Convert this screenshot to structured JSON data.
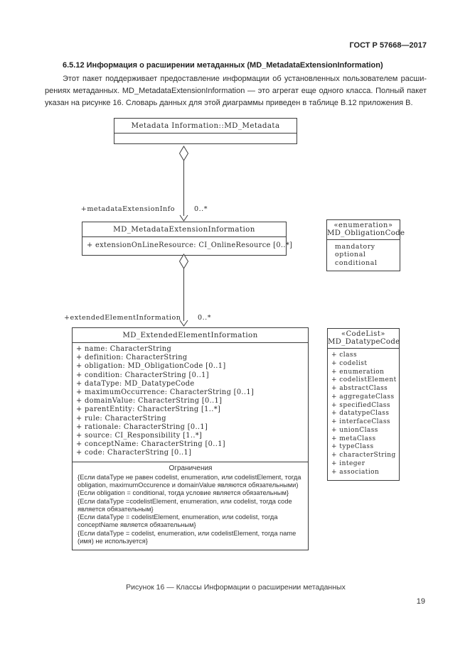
{
  "page": {
    "header_right": "ГОСТ Р 57668—2017",
    "section_heading": "6.5.12 Информация о расширении метаданных (MD_MetadataExtensionInformation)",
    "paragraph_lines": [
      "Этот пакет поддерживает предоставление информации об установленных пользователем расши-",
      "рениях метаданных. MD_MetadataExtensionInformation — это агрегат еще одного класса. Полный пакет",
      "указан на рисунке 16. Словарь данных для этой диаграммы приведен в таблице В.12 приложения В."
    ],
    "figure_caption": "Рисунок 16 — Классы Информации о расширении метаданных",
    "page_number": "19"
  },
  "diagram": {
    "md_metadata": {
      "title": "Metadata Information::MD_Metadata"
    },
    "assoc_metadata_extension": {
      "role": "+metadataExtensionInfo",
      "multiplicity": "0..*"
    },
    "md_metadata_extension_information": {
      "title": "MD_MetadataExtensionInformation",
      "attributes": [
        "+ extensionOnLineResource:  CI_OnlineResource [0..*]"
      ]
    },
    "md_obligation_code": {
      "stereotype": "«enumeration»",
      "title": "MD_ObligationCode",
      "values": [
        "mandatory",
        "optional",
        "conditional"
      ]
    },
    "assoc_extended_element": {
      "role": "+extendedElementInformation",
      "multiplicity": "0..*"
    },
    "md_extended_element_information": {
      "title": "MD_ExtendedElementInformation",
      "attributes": [
        "+  name: CharacterString",
        "+  definition: CharacterString",
        "+  obligation: MD_ObligationCode [0..1]",
        "+  condition: CharacterString [0..1]",
        "+  dataType: MD_DatatypeCode",
        "+  maximumOccurrence: CharacterString [0..1]",
        "+  domainValue: CharacterString  [0..1]",
        "+  parentEntity: CharacterString [1..*]",
        "+  rule: CharacterString",
        "+  rationale: CharacterString [0..1]",
        "+  source: CI_Responsibility [1..*]",
        "+  conceptName: CharacterString [0..1]",
        "+  code: CharacterString [0..1]"
      ],
      "constraints_title": "Ограничения",
      "constraints": [
        "{Если dataType не равен codelist, enumeration, или codelistElement, тогда obligation, maximumOccurence и domainValue являются обязательными)",
        "{Если obligation = conditional, тогда условие является обязательным}",
        "{Если dataType =codelistElement, enumeration, или codelist, тогда code является обязательным}",
        "{Если dataType = codelistElement, enumeration, или codelist, тогда conceptName является обязательным}",
        "{Если dataType = codelist, enumeration, или codelistElement, тогда name (имя) не используется}"
      ]
    },
    "md_datatype_code": {
      "stereotype": "«CodeList»",
      "title": "MD_DatatypeCode",
      "values": [
        "+  class",
        "+  codelist",
        "+  enumeration",
        "+  codelistElement",
        "+  abstractClass",
        "+  aggregateClass",
        "+  specifiedClass",
        "+  datatypeClass",
        "+  interfaceClass",
        "+  unionClass",
        "+  metaClass",
        "+  typeClass",
        "+  characterString",
        "+  integer",
        "+  association"
      ]
    }
  }
}
